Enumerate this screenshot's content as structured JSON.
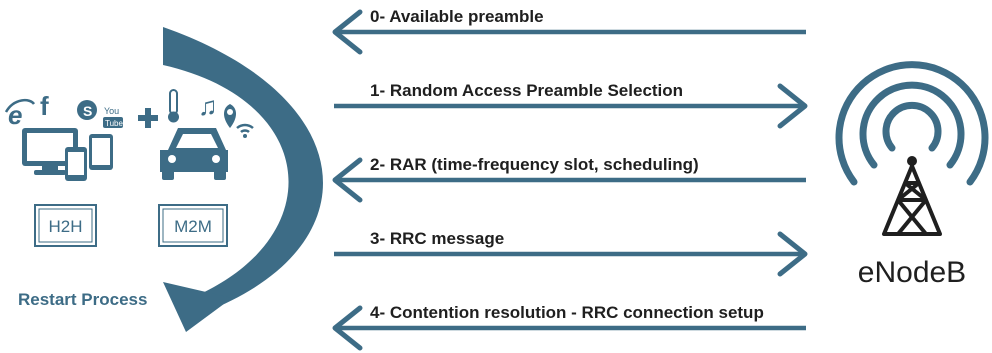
{
  "colors": {
    "accent": "#3d6c86",
    "text": "#1f1f1f",
    "background": "#ffffff"
  },
  "messages": [
    {
      "label": "0- Available preamble",
      "direction": "to-device"
    },
    {
      "label": "1- Random Access Preamble Selection",
      "direction": "to-enodeb"
    },
    {
      "label": "2- RAR (time-frequency slot, scheduling)",
      "direction": "to-device"
    },
    {
      "label": "3- RRC message",
      "direction": "to-enodeb"
    },
    {
      "label": "4- Contention resolution - RRC connection setup",
      "direction": "to-device"
    }
  ],
  "devices": [
    {
      "label": "H2H",
      "icons": [
        "internet-explorer-icon",
        "facebook-icon",
        "skype-icon",
        "youtube-icon",
        "desktop-monitor-icon",
        "smartphone-icon",
        "tablet-icon"
      ]
    },
    {
      "label": "M2M",
      "icons": [
        "plus-icon",
        "thermometer-icon",
        "music-note-icon",
        "location-pin-icon",
        "wifi-icon",
        "car-icon"
      ]
    }
  ],
  "restart": {
    "label": "Restart Process"
  },
  "station": {
    "label": "eNodeB",
    "icon": "cell-tower-icon"
  }
}
